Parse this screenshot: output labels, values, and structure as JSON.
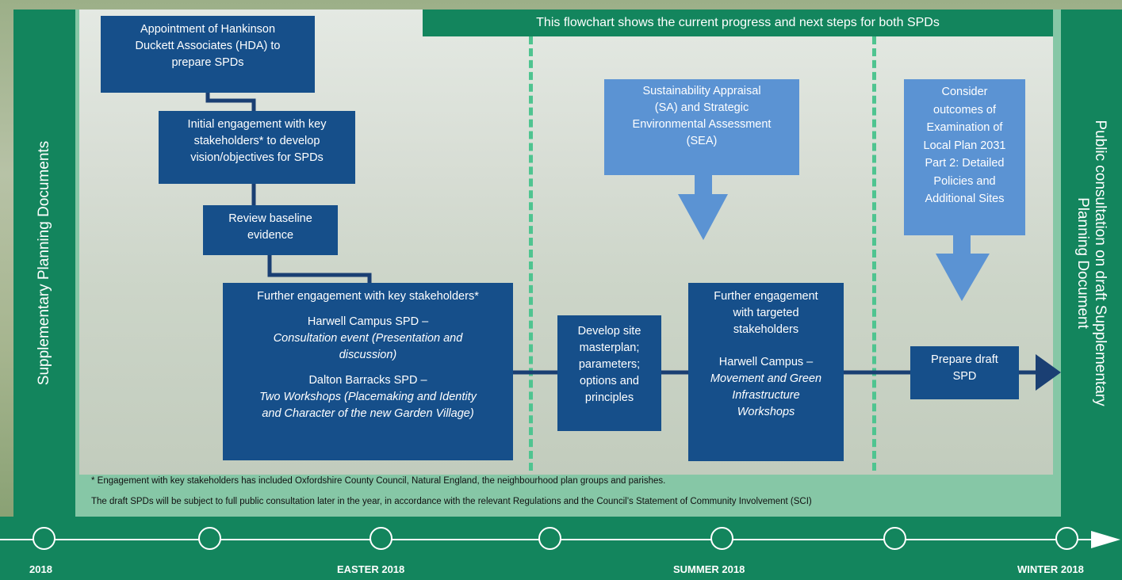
{
  "header": "This flowchart shows the current progress and next steps for both SPDs",
  "left_label": "Supplementary Planning Documents",
  "right_label_line1": "Public consultation on draft Supplementary",
  "right_label_line2": "Planning Document",
  "boxes": {
    "appointment": [
      "Appointment of Hankinson",
      "Duckett Associates (HDA) to",
      "prepare SPDs"
    ],
    "initial_engagement": [
      "Initial engagement with key",
      "stakeholders* to develop",
      "vision/objectives for SPDs"
    ],
    "review_baseline": [
      "Review baseline",
      "evidence"
    ],
    "further_engagement": {
      "title": "Further engagement with key stakeholders*",
      "harwell_title": "Harwell Campus SPD –",
      "harwell_detail": [
        "Consultation event (Presentation and",
        "discussion)"
      ],
      "dalton_title": "Dalton Barracks SPD –",
      "dalton_detail": [
        "Two Workshops (Placemaking and Identity",
        "and Character of the new Garden Village)"
      ]
    },
    "develop_masterplan": [
      "Develop site",
      "masterplan;",
      "parameters;",
      "options and",
      "principles"
    ],
    "targeted_engagement": {
      "title": [
        "Further engagement",
        "with targeted",
        "stakeholders"
      ],
      "harwell_title": "Harwell Campus –",
      "harwell_detail": [
        "Movement and Green",
        "Infrastructure",
        "Workshops"
      ]
    },
    "sa_sea": [
      "Sustainability Appraisal",
      "(SA) and Strategic",
      "Environmental Assessment",
      "(SEA)"
    ],
    "consider_outcomes": [
      "Consider",
      "outcomes of",
      "Examination of",
      "Local Plan 2031",
      "Part 2: Detailed",
      "Policies and",
      "Additional Sites"
    ],
    "prepare_draft": [
      "Prepare draft",
      "SPD"
    ]
  },
  "notes": {
    "engagement": "* Engagement with key stakeholders has included Oxfordshire County Council, Natural England, the neighbourhood plan groups and parishes.",
    "consultation": "The draft SPDs will be subject to full public consultation later in the year, in accordance with the relevant Regulations and the Council’s Statement of Community Involvement (SCI)"
  },
  "timeline": {
    "labels": [
      "2018",
      "EASTER 2018",
      "SUMMER 2018",
      "WINTER 2018"
    ]
  },
  "colors": {
    "dark_green": "#13855d",
    "mint": "#86c7a6",
    "dark_blue": "#164f8a",
    "light_blue": "#5b93d3",
    "dash_green": "#4fc490"
  }
}
